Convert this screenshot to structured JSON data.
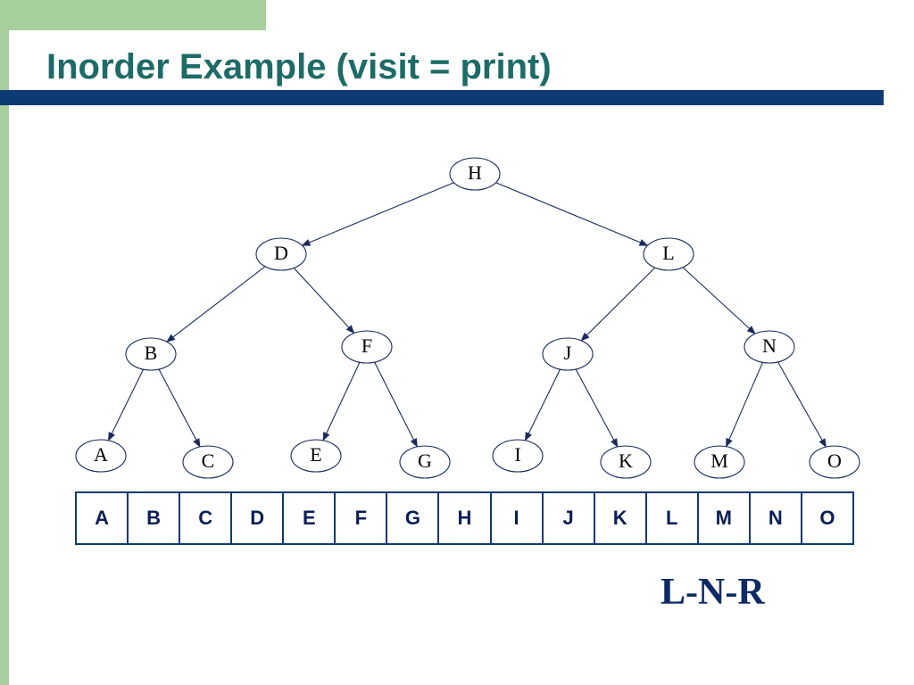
{
  "title": "Inorder Example (visit = print)",
  "tree": {
    "nodes": [
      {
        "id": "H",
        "label": "H"
      },
      {
        "id": "D",
        "label": "D"
      },
      {
        "id": "L",
        "label": "L"
      },
      {
        "id": "B",
        "label": "B"
      },
      {
        "id": "F",
        "label": "F"
      },
      {
        "id": "J",
        "label": "J"
      },
      {
        "id": "N",
        "label": "N"
      },
      {
        "id": "A",
        "label": "A"
      },
      {
        "id": "C",
        "label": "C"
      },
      {
        "id": "E",
        "label": "E"
      },
      {
        "id": "G",
        "label": "G"
      },
      {
        "id": "I",
        "label": "I"
      },
      {
        "id": "K",
        "label": "K"
      },
      {
        "id": "M",
        "label": "M"
      },
      {
        "id": "O",
        "label": "O"
      }
    ],
    "edges": [
      [
        "H",
        "D"
      ],
      [
        "H",
        "L"
      ],
      [
        "D",
        "B"
      ],
      [
        "D",
        "F"
      ],
      [
        "L",
        "J"
      ],
      [
        "L",
        "N"
      ],
      [
        "B",
        "A"
      ],
      [
        "B",
        "C"
      ],
      [
        "F",
        "E"
      ],
      [
        "F",
        "G"
      ],
      [
        "J",
        "I"
      ],
      [
        "J",
        "K"
      ],
      [
        "N",
        "M"
      ],
      [
        "N",
        "O"
      ]
    ]
  },
  "sequence": [
    "A",
    "B",
    "C",
    "D",
    "E",
    "F",
    "G",
    "H",
    "I",
    "J",
    "K",
    "L",
    "M",
    "N",
    "O"
  ],
  "order_label": "L-N-R",
  "colors": {
    "title": "#1d6b66",
    "rule": "#0d3a73",
    "accent_green": "#a6cf9b",
    "sequence_text": "#0a1f55"
  }
}
